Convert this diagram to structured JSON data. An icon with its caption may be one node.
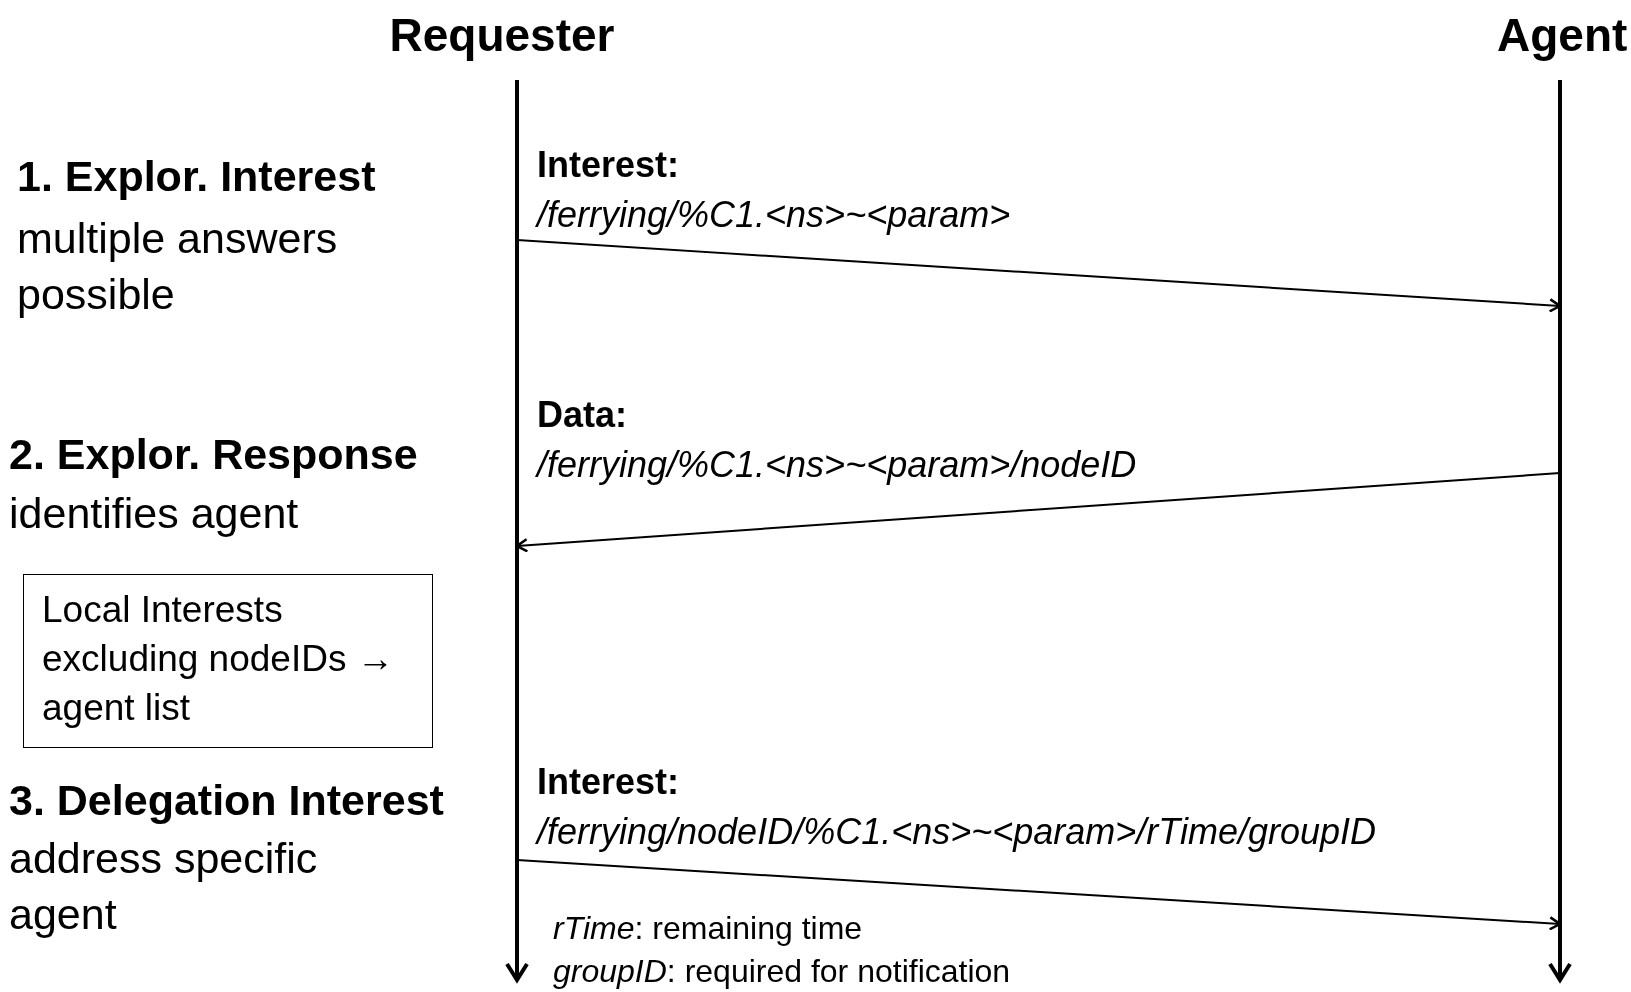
{
  "diagram": {
    "nodes": [
      {
        "text": [
          "Requester"
        ]
      },
      {
        "text": [
          "Agent"
        ]
      },
      {
        "text": [
          "Local Interests excluding nodeIDs → agent list"
        ]
      }
    ],
    "edges": [
      {
        "from": 0,
        "to": 1,
        "arrow": "to",
        "label": "**Interest:** */ferrying/%C1.<ns>~<param>*"
      },
      {
        "from": 1,
        "to": 0,
        "arrow": "to",
        "label": "**Data:** */ferrying/%C1.<ns>~<param>/nodeID*"
      },
      {
        "from": 0,
        "to": 1,
        "arrow": "to",
        "label": "**Interest:** */ferrying/nodeID/%C1.<ns>~<param>/rTime/groupID*"
      }
    ],
    "labels": [
      "1. Explor. Interest",
      "multiple answers possible",
      "2. Explor. Response",
      "identifies agent",
      "3. Delegation Interest",
      "address specific agent",
      "*rTime*: remaining time",
      "*groupID*: required for notification"
    ]
  }
}
